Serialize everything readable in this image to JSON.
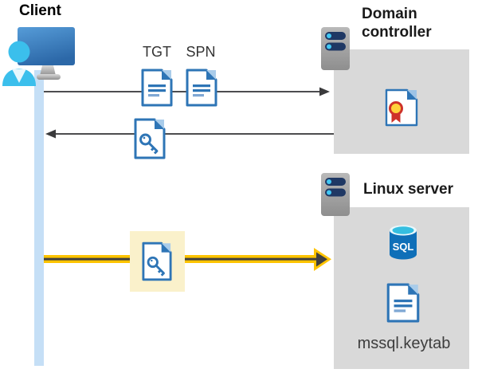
{
  "labels": {
    "client": "Client",
    "domain_controller": "Domain controller",
    "linux_server": "Linux server",
    "tgt": "TGT",
    "spn": "SPN",
    "sql": "SQL",
    "keytab": "mssql.keytab"
  },
  "icons": {
    "client": "monitor-user-icon",
    "domain_controller": "server-icon",
    "linux_server": "server-icon",
    "tgt": "document-icon",
    "spn": "document-icon",
    "response_ticket": "key-document-icon",
    "connection_ticket": "key-document-icon",
    "certificate": "certificate-icon",
    "database": "sql-database-icon",
    "keytab_file": "document-icon"
  },
  "colors": {
    "document_blue": "#2E75B6",
    "document_fold_light": "#A9CCEA",
    "document_line_light": "#7FA8D4",
    "timeline_blue": "#C5DFF6",
    "panel_gray": "#D9D9D9",
    "server_gray": "#A9A9A9",
    "server_bar_navy": "#1F3864",
    "server_led_cyan": "#41C8F4",
    "arrow_gray": "#4D4D4F",
    "arrowhead_dark": "#3A3A3C",
    "highlight_cream": "#FAF1CB",
    "arrow_yellow": "#FFC400",
    "arrow_core_dark": "#404040",
    "sql_blue": "#0F6FB8",
    "sql_top_cyan": "#35BEE0",
    "person_cyan": "#3BBFEC",
    "monitor_blue_top": "#569CD8",
    "monitor_blue_bottom": "#2C68A8",
    "certificate_red": "#CE3229",
    "certificate_gold": "#FFD23B"
  }
}
